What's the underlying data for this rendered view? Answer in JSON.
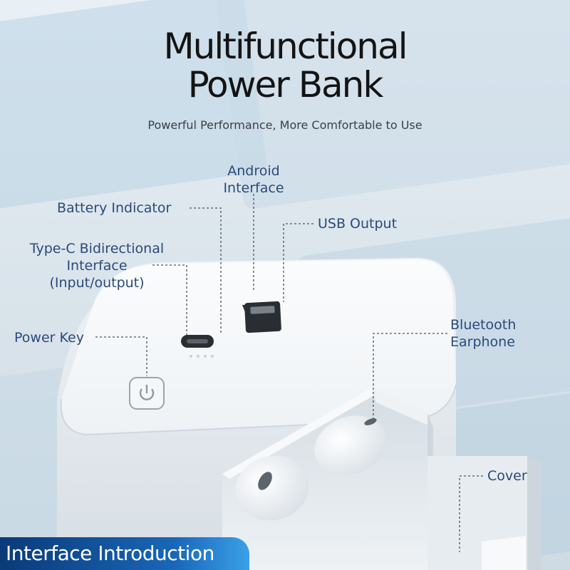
{
  "headline": {
    "line1": "Multifunctional",
    "line2": "Power Bank"
  },
  "subtitle": "Powerful Performance, More Comfortable to Use",
  "callouts": {
    "android_interface": {
      "line1": "Android",
      "line2": "Interface"
    },
    "battery_indicator": "Battery Indicator",
    "usb_output": "USB Output",
    "type_c": {
      "line1": "Type-C Bidirectional",
      "line2": "Interface",
      "line3": "(Input/output)"
    },
    "power_key": "Power Key",
    "bluetooth_earphone": {
      "line1": "Bluetooth",
      "line2": "Earphone"
    },
    "cover": "Cover"
  },
  "banner": {
    "label": "Interface Introduction"
  },
  "colors": {
    "label": "#2b4a78",
    "banner": "#0a3a78",
    "headline": "#141414"
  }
}
